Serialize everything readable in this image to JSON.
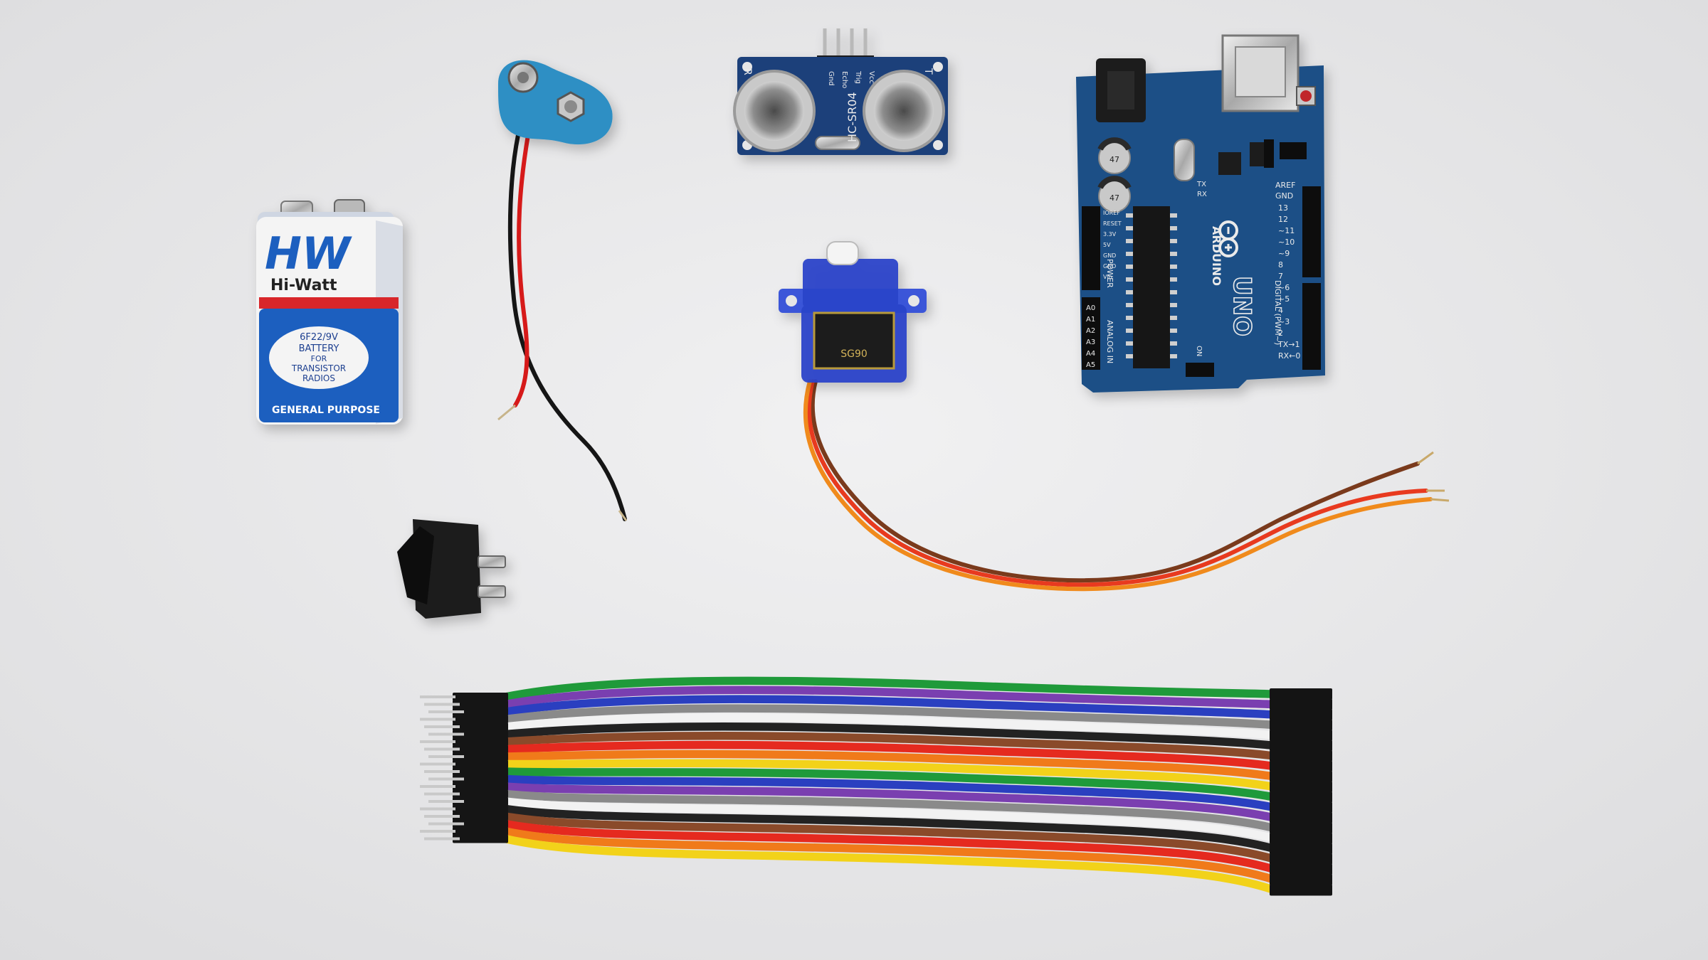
{
  "scene": {
    "background_color": "#e9e9ea",
    "battery": {
      "brand_mark": "HW",
      "brand_name": "Hi-Watt",
      "oval_line1": "6F22/9V",
      "oval_line2": "BATTERY",
      "oval_line3": "FOR",
      "oval_line4": "TRANSISTOR",
      "oval_line5": "RADIOS",
      "footer": "GENERAL PURPOSE",
      "colors": {
        "blue": "#1f5fbf",
        "red": "#d8262b",
        "white": "#f4f4f4"
      }
    },
    "sensor": {
      "model": "HC-SR04",
      "pins": [
        "Vcc",
        "Trig",
        "Echo",
        "Gnd"
      ],
      "left_mark": "R",
      "right_mark": "T",
      "color": "#1c3f7a"
    },
    "board": {
      "brand": "ARDUINO",
      "model": "UNO",
      "digital_label": "DIGITAL (PWM~)",
      "analog_label": "ANALOG IN",
      "power_label": "POWER",
      "aref": "AREF",
      "gnd": "GND",
      "digital_pins": [
        "13",
        "12",
        "~11",
        "~10",
        "~9",
        "8",
        "7",
        "~6",
        "~5",
        "4",
        "~3",
        "2",
        "TX→1",
        "RX←0"
      ],
      "analog_pins": [
        "A0",
        "A1",
        "A2",
        "A3",
        "A4",
        "A5"
      ],
      "power_pins": [
        "IOREF",
        "RESET",
        "3.3V",
        "5V",
        "GND",
        "GND",
        "Vin"
      ],
      "tx": "TX",
      "rx": "RX",
      "on": "ON",
      "capacitor_label": "47",
      "color": "#1b4f86"
    },
    "servo": {
      "model": "SG90",
      "color": "#2a45c9"
    },
    "jumper_colors": [
      "#1f9a3a",
      "#7a3fb0",
      "#2a3fc0",
      "#8a8a8a",
      "#f2f2f2",
      "#222222",
      "#8a4a2a",
      "#e52a1f",
      "#f07a1a",
      "#f2d21a",
      "#1f9a3a",
      "#2a3fc0",
      "#7a3fb0",
      "#8a8a8a",
      "#f2f2f2",
      "#222222",
      "#8a4a2a",
      "#e52a1f",
      "#f07a1a",
      "#f2d21a"
    ]
  }
}
